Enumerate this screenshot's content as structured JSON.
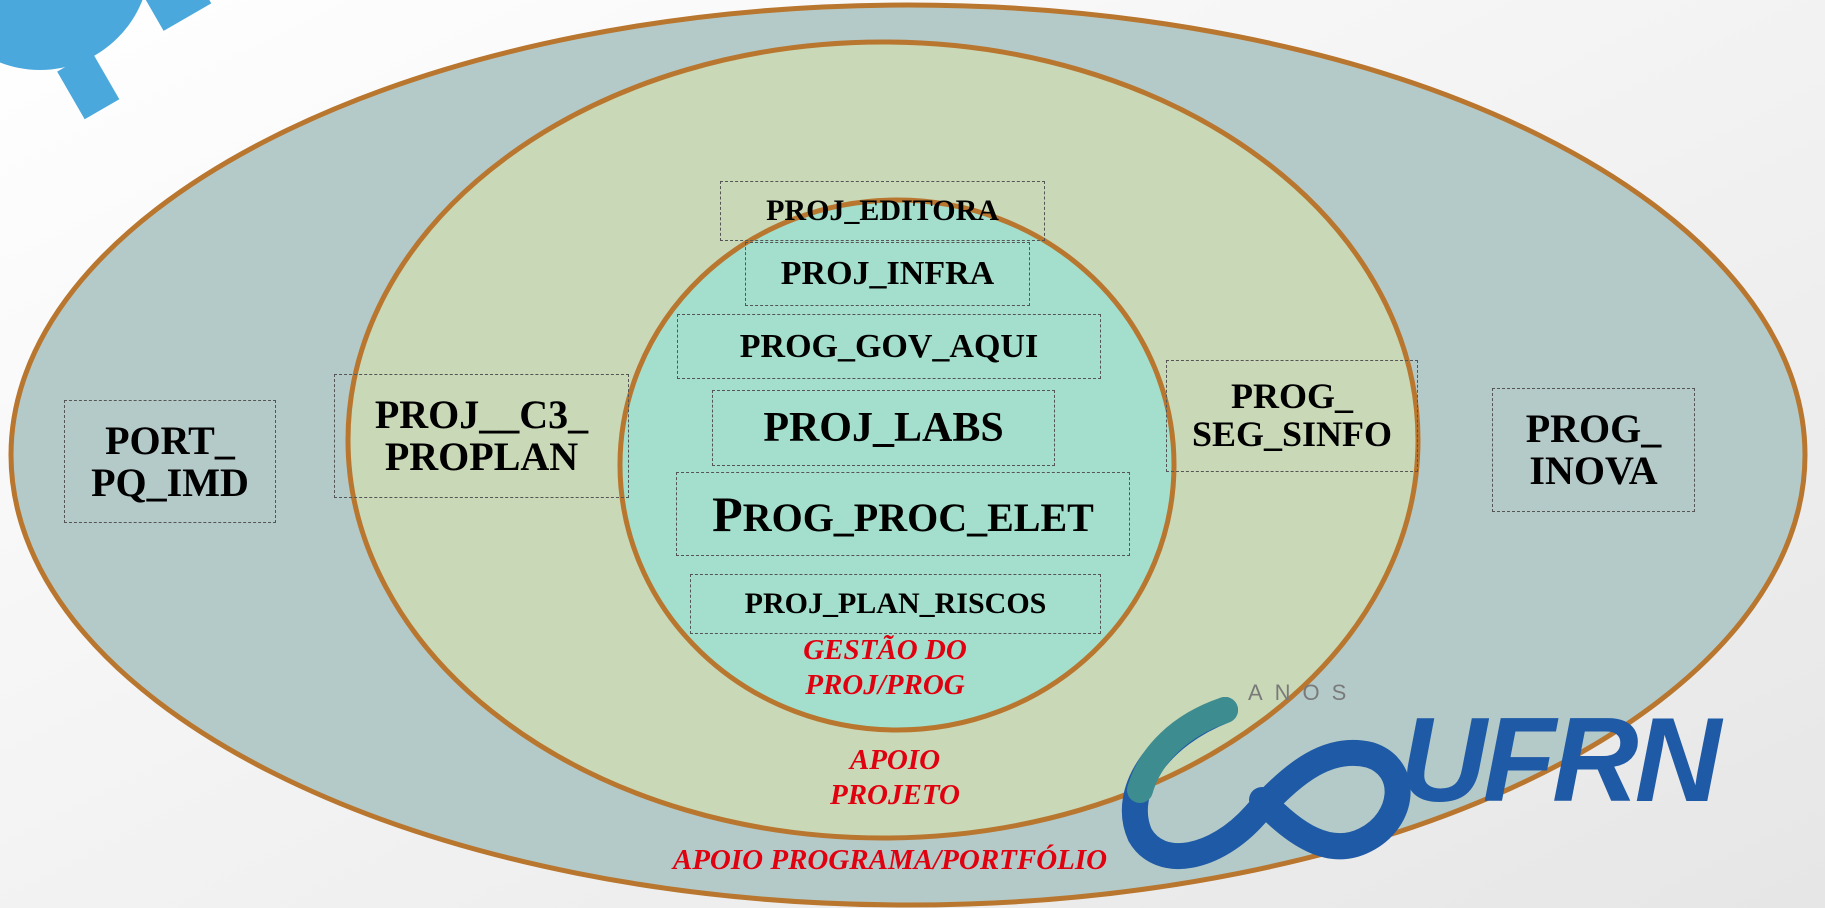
{
  "labels": {
    "outer": "APOIO PROGRAMA/PORTFÓLIO",
    "middle_line1": "APOIO",
    "middle_line2": "PROJETO",
    "inner_line1": "GESTÃO DO",
    "inner_line2": "PROJ/PROG"
  },
  "boxes": {
    "port_pq_imd_line1": "PORT_",
    "port_pq_imd_line2": "PQ_IMD",
    "proj_c3_proplan_line1": "PROJ__C3_",
    "proj_c3_proplan_line2": "PROPLAN",
    "prog_seg_sinfo_line1": "PROG_",
    "prog_seg_sinfo_line2": "SEG_SINFO",
    "prog_inova_line1": "PROG_",
    "prog_inova_line2": "INOVA",
    "proj_editora": "PROJ_EDITORA",
    "proj_infra": "PROJ_INFRA",
    "prog_gov_aqui": "PROG_GOV_AQUI",
    "proj_labs": "PROJ_LABS",
    "prog_proc_elet_initial": "P",
    "prog_proc_elet_rest": "ROG_PROC_ELET",
    "proj_plan_riscos": "PROJ_PLAN_RISCOS"
  },
  "logo": {
    "anos_text": "ANOS",
    "ufrn_text": "UFRN"
  },
  "colors": {
    "outer_fill": "#b4cac9",
    "middle_fill": "#c9d8b6",
    "inner_fill": "#a3dfcc",
    "ring_stroke": "#b8762f",
    "caption_red": "#e0000f",
    "gear_blue": "#4aa8dc",
    "logo_blue": "#1f5aa6",
    "logo_teal": "#3d8c8f"
  }
}
